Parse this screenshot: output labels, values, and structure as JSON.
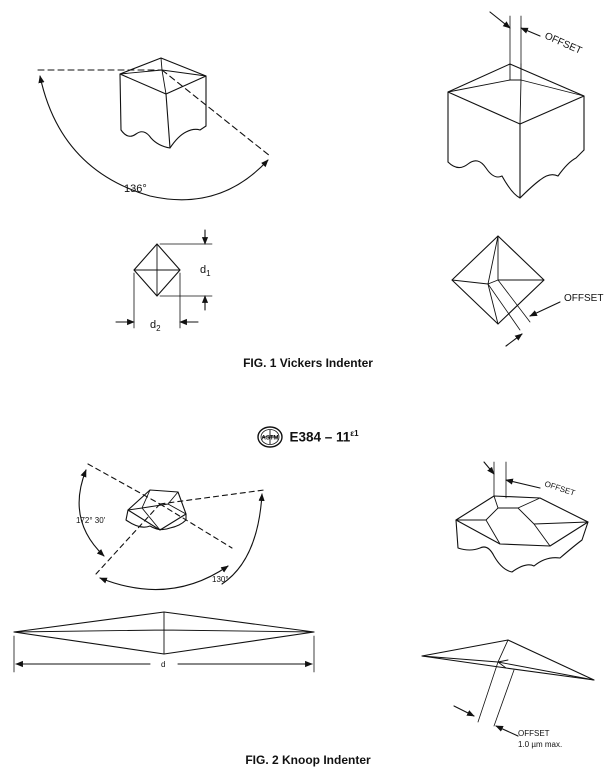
{
  "header": {
    "standard": "E384 – 11",
    "edition": "ε1",
    "logo_text": "ASTM"
  },
  "fig1": {
    "caption": "FIG. 1 Vickers Indenter",
    "angle_label": "136°",
    "offset_label_top": "OFFSET",
    "offset_label_bottom": "OFFSET",
    "d1_label": "d",
    "d1_sub": "1",
    "d2_label": "d",
    "d2_sub": "2"
  },
  "fig2": {
    "caption": "FIG. 2 Knoop Indenter",
    "angle_small_label": "172° 30'",
    "angle_large_label": "130°",
    "d_label": "d",
    "offset_label_top": "OFFSET",
    "offset_label_bottom": "OFFSET",
    "offset_note": "1.0 µm max."
  }
}
